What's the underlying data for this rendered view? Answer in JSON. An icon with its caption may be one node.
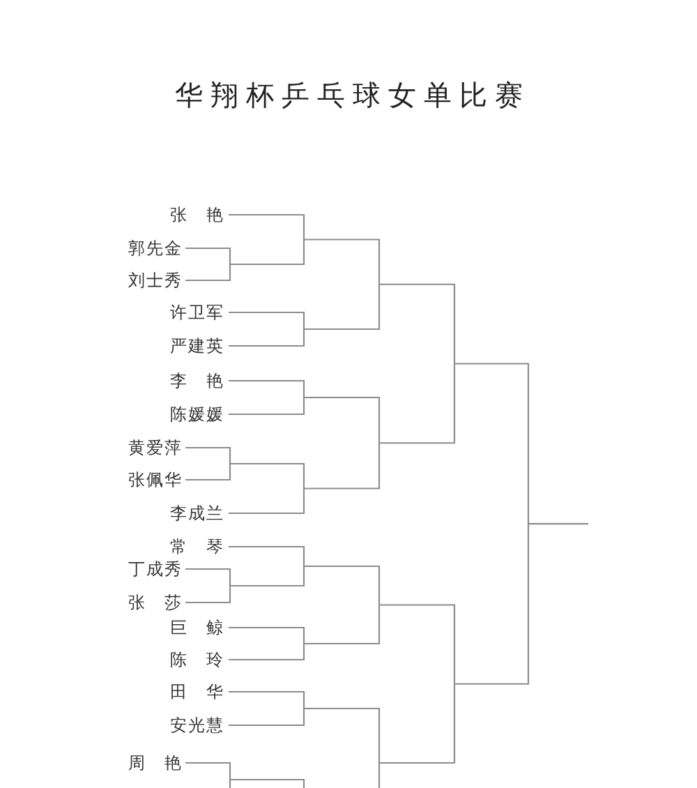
{
  "diagram": {
    "title": "华翔杯乒乓球女单比赛",
    "nodes": [
      {
        "text": [
          "张艳"
        ]
      },
      {
        "text": [
          "郭先金"
        ]
      },
      {
        "text": [
          "刘士秀"
        ]
      },
      {
        "text": [
          "许卫军"
        ]
      },
      {
        "text": [
          "严建英"
        ]
      },
      {
        "text": [
          "李艳"
        ]
      },
      {
        "text": [
          "陈媛媛"
        ]
      },
      {
        "text": [
          "黄爱萍"
        ]
      },
      {
        "text": [
          "张佩华"
        ]
      },
      {
        "text": [
          "李成兰"
        ]
      },
      {
        "text": [
          "常琴"
        ]
      },
      {
        "text": [
          "丁成秀"
        ]
      },
      {
        "text": [
          "张莎"
        ]
      },
      {
        "text": [
          "巨鲸"
        ]
      },
      {
        "text": [
          "陈玲"
        ]
      },
      {
        "text": [
          "田华"
        ]
      },
      {
        "text": [
          "安光慧"
        ]
      },
      {
        "text": [
          "周艳"
        ]
      }
    ],
    "edges": [
      {
        "from": 0,
        "to": null,
        "arrow": "none"
      },
      {
        "from": 1,
        "to": null,
        "arrow": "none"
      },
      {
        "from": 2,
        "to": null,
        "arrow": "none"
      },
      {
        "from": 3,
        "to": null,
        "arrow": "none"
      },
      {
        "from": 4,
        "to": null,
        "arrow": "none"
      },
      {
        "from": 5,
        "to": null,
        "arrow": "none"
      },
      {
        "from": 6,
        "to": null,
        "arrow": "none"
      },
      {
        "from": 7,
        "to": null,
        "arrow": "none"
      },
      {
        "from": 8,
        "to": null,
        "arrow": "none"
      },
      {
        "from": 9,
        "to": null,
        "arrow": "none"
      },
      {
        "from": 10,
        "to": null,
        "arrow": "none"
      },
      {
        "from": 11,
        "to": null,
        "arrow": "none"
      },
      {
        "from": 12,
        "to": null,
        "arrow": "none"
      },
      {
        "from": 13,
        "to": null,
        "arrow": "none"
      },
      {
        "from": 14,
        "to": null,
        "arrow": "none"
      },
      {
        "from": 15,
        "to": null,
        "arrow": "none"
      },
      {
        "from": 16,
        "to": null,
        "arrow": "none"
      },
      {
        "from": 17,
        "to": null,
        "arrow": "none"
      }
    ]
  }
}
